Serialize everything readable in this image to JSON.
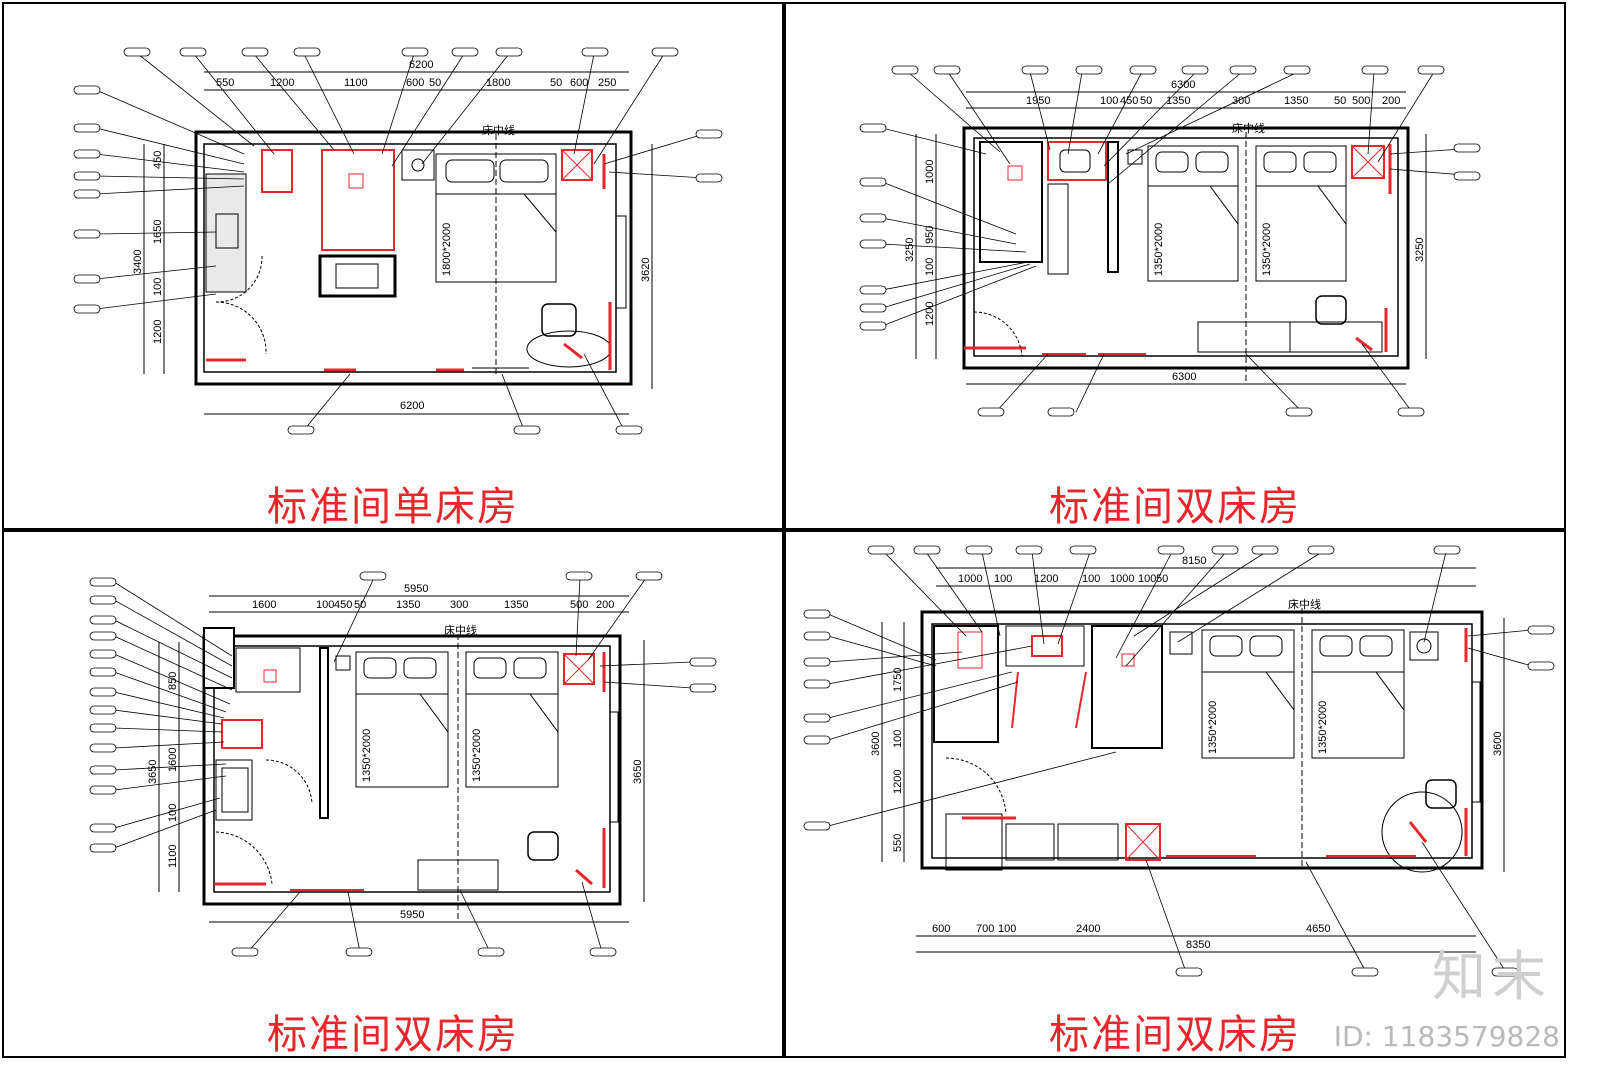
{
  "panels": [
    {
      "title": "标准间单床房",
      "overall_width": "6200",
      "overall_height_left": "3400",
      "overall_height_right": "3620",
      "top_dims": [
        "550",
        "1200",
        "1100",
        "600",
        "50",
        "1800",
        "50",
        "600",
        "250"
      ],
      "left_dims": [
        "450",
        "1650",
        "100",
        "1200"
      ],
      "bottom_dim": "6200",
      "bed_labels": [
        "1800*2000"
      ],
      "center_label": "床中线"
    },
    {
      "title": "标准间双床房",
      "overall_width": "6300",
      "overall_height_left": "3250",
      "overall_height_right": "3250",
      "top_dims": [
        "1950",
        "100",
        "450",
        "50",
        "1350",
        "300",
        "1350",
        "50",
        "500",
        "200"
      ],
      "left_dims": [
        "1000",
        "950",
        "100",
        "1200"
      ],
      "bottom_dim": "6300",
      "bed_labels": [
        "1350*2000",
        "1350*2000"
      ],
      "center_label": "床中线"
    },
    {
      "title": "标准间双床房",
      "overall_width": "5950",
      "overall_height_left": "3650",
      "overall_height_right": "3650",
      "top_dims": [
        "1600",
        "100",
        "450",
        "50",
        "1350",
        "300",
        "1350",
        "500",
        "200"
      ],
      "left_dims": [
        "850",
        "1600",
        "100",
        "1100"
      ],
      "bottom_dim": "5950",
      "bed_labels": [
        "1350*2000",
        "1350*2000"
      ],
      "center_label": "床中线"
    },
    {
      "title": "标准间双床房",
      "overall_width": "8150",
      "overall_height_left": "3600",
      "overall_height_right": "3600",
      "top_dims": [
        "1000",
        "100",
        "1200",
        "100",
        "1000",
        "100",
        "50"
      ],
      "left_dims": [
        "1750",
        "100",
        "1200",
        "550"
      ],
      "bottom_dims": [
        "600",
        "700",
        "100",
        "2400",
        "4650"
      ],
      "bottom_dim": "8350",
      "bed_labels": [
        "1350*2000",
        "1350*2000"
      ],
      "center_label": "床中线"
    }
  ],
  "watermark": {
    "logo": "知末",
    "id": "ID: 1183579828"
  },
  "colors": {
    "line": "#000000",
    "accent": "#e8262b"
  }
}
